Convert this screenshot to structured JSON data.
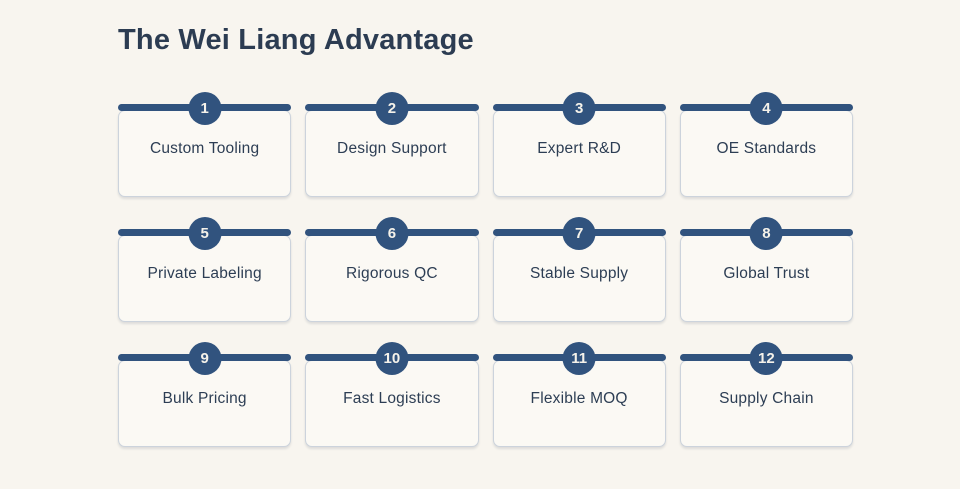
{
  "page": {
    "title": "The Wei Liang Advantage"
  },
  "colors": {
    "background": "#f8f5ef",
    "card_background": "#fbf9f4",
    "card_border": "#ccd3dc",
    "accent_navy": "#31537e",
    "heading_text": "#2c3c52",
    "label_text": "#2d3e54",
    "badge_text": "#f5f2ea"
  },
  "advantages": [
    {
      "number": "1",
      "label": "Custom Tooling"
    },
    {
      "number": "2",
      "label": "Design Support"
    },
    {
      "number": "3",
      "label": "Expert R&D"
    },
    {
      "number": "4",
      "label": "OE Standards"
    },
    {
      "number": "5",
      "label": "Private Labeling"
    },
    {
      "number": "6",
      "label": "Rigorous QC"
    },
    {
      "number": "7",
      "label": "Stable Supply"
    },
    {
      "number": "8",
      "label": "Global Trust"
    },
    {
      "number": "9",
      "label": "Bulk Pricing"
    },
    {
      "number": "10",
      "label": "Fast Logistics"
    },
    {
      "number": "11",
      "label": "Flexible MOQ"
    },
    {
      "number": "12",
      "label": "Supply Chain"
    }
  ]
}
